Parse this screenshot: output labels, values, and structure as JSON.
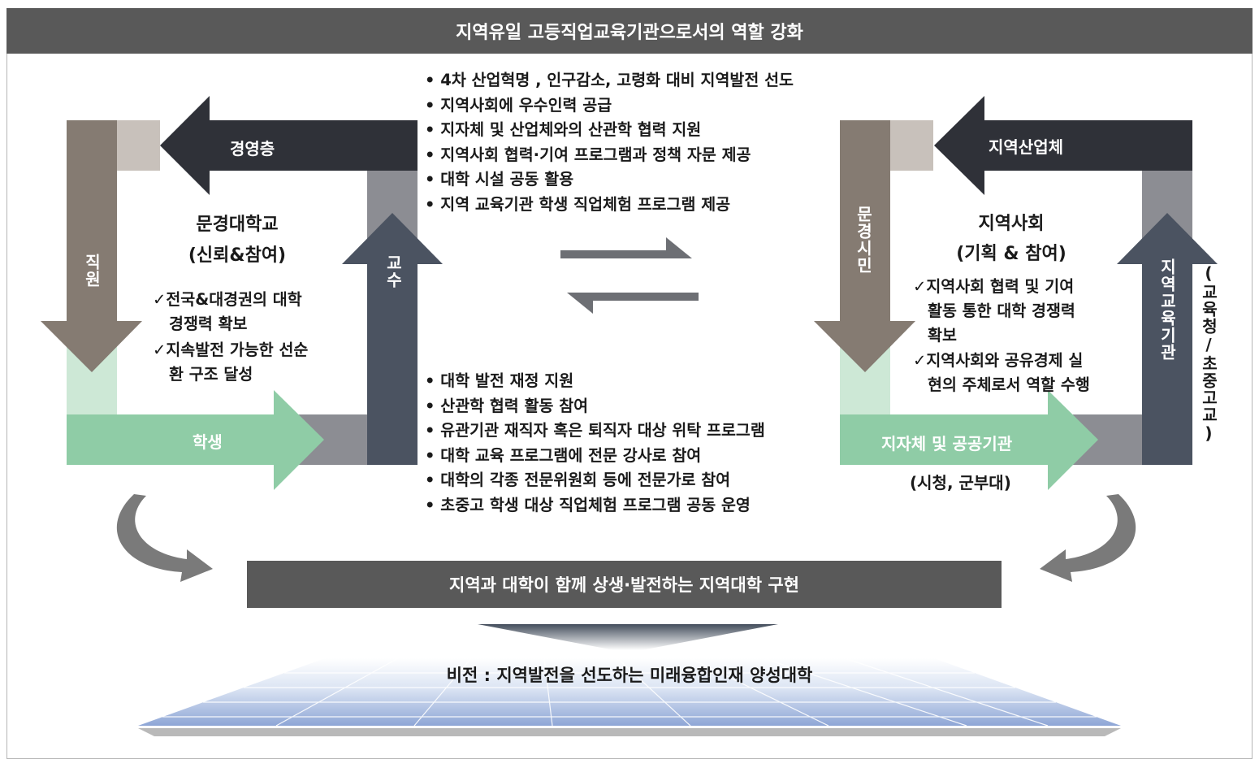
{
  "header": {
    "title": "지역유일 고등직업교육기관으로서의 역할 강화"
  },
  "left_cycle": {
    "title": "문경대학교",
    "subtitle": "(신뢰&참여)",
    "points": [
      "✓전국&대경권의 대학",
      "경쟁력 확보",
      "✓지속발전 가능한 선순",
      "환 구조 달성"
    ],
    "arrow_top": "경영층",
    "arrow_left": "직원",
    "arrow_right": "교수",
    "arrow_bottom": "학생"
  },
  "right_cycle": {
    "title": "지역사회",
    "subtitle": "(기획 & 참여)",
    "points": [
      "✓지역사회 협력 및 기여",
      "활동 통한 대학 경쟁력",
      "확보",
      "✓지역사회와 공유경제  실",
      "현의 주체로서 역할 수행"
    ],
    "arrow_top": "지역산업체",
    "arrow_left": "문경시민",
    "arrow_right": "지역교육기관",
    "arrow_right_note": "(교육청/초중고교)",
    "arrow_bottom": "지자체 및 공공기관",
    "arrow_bottom_note": "(시청, 군부대)"
  },
  "upper_list": [
    "• 4차 산업혁명 , 인구감소, 고령화 대비 지역발전 선도",
    "• 지역사회에 우수인력 공급",
    "• 지자체 및 산업체와의 산관학 협력 지원",
    "• 지역사회 협력·기여 프로그램과 정책 자문 제공",
    "• 대학 시설 공동 활용",
    "• 지역 교육기관 학생 직업체험 프로그램 제공"
  ],
  "lower_list": [
    "• 대학 발전 재정 지원",
    "• 산관학 협력 활동 참여",
    "• 유관기관 재직자 혹은 퇴직자 대상 위탁 프로그램",
    "• 대학 교육 프로그램에 전문 강사로 참여",
    "• 대학의 각종 전문위원회 등에 전문가로 참여",
    "• 초중고 학생 대상 직업체험 프로그램 공동 운영"
  ],
  "bottom_banner": "지역과 대학이 함께 상생·발전하는 지역대학 구현",
  "vision": "비전 : 지역발전을 선도하는 미래융합인재 양성대학",
  "colors": {
    "dark_banner": "#595959",
    "arrow_dark": "#2f3138",
    "arrow_taupe": "#857b72",
    "arrow_slate": "#4b5361",
    "arrow_mint": "#8fcca6",
    "corner_light": "#c8c1bb",
    "corner_gray": "#8c8d93",
    "corner_mint": "#cde8d6",
    "platform_blue": "#9db3df"
  }
}
